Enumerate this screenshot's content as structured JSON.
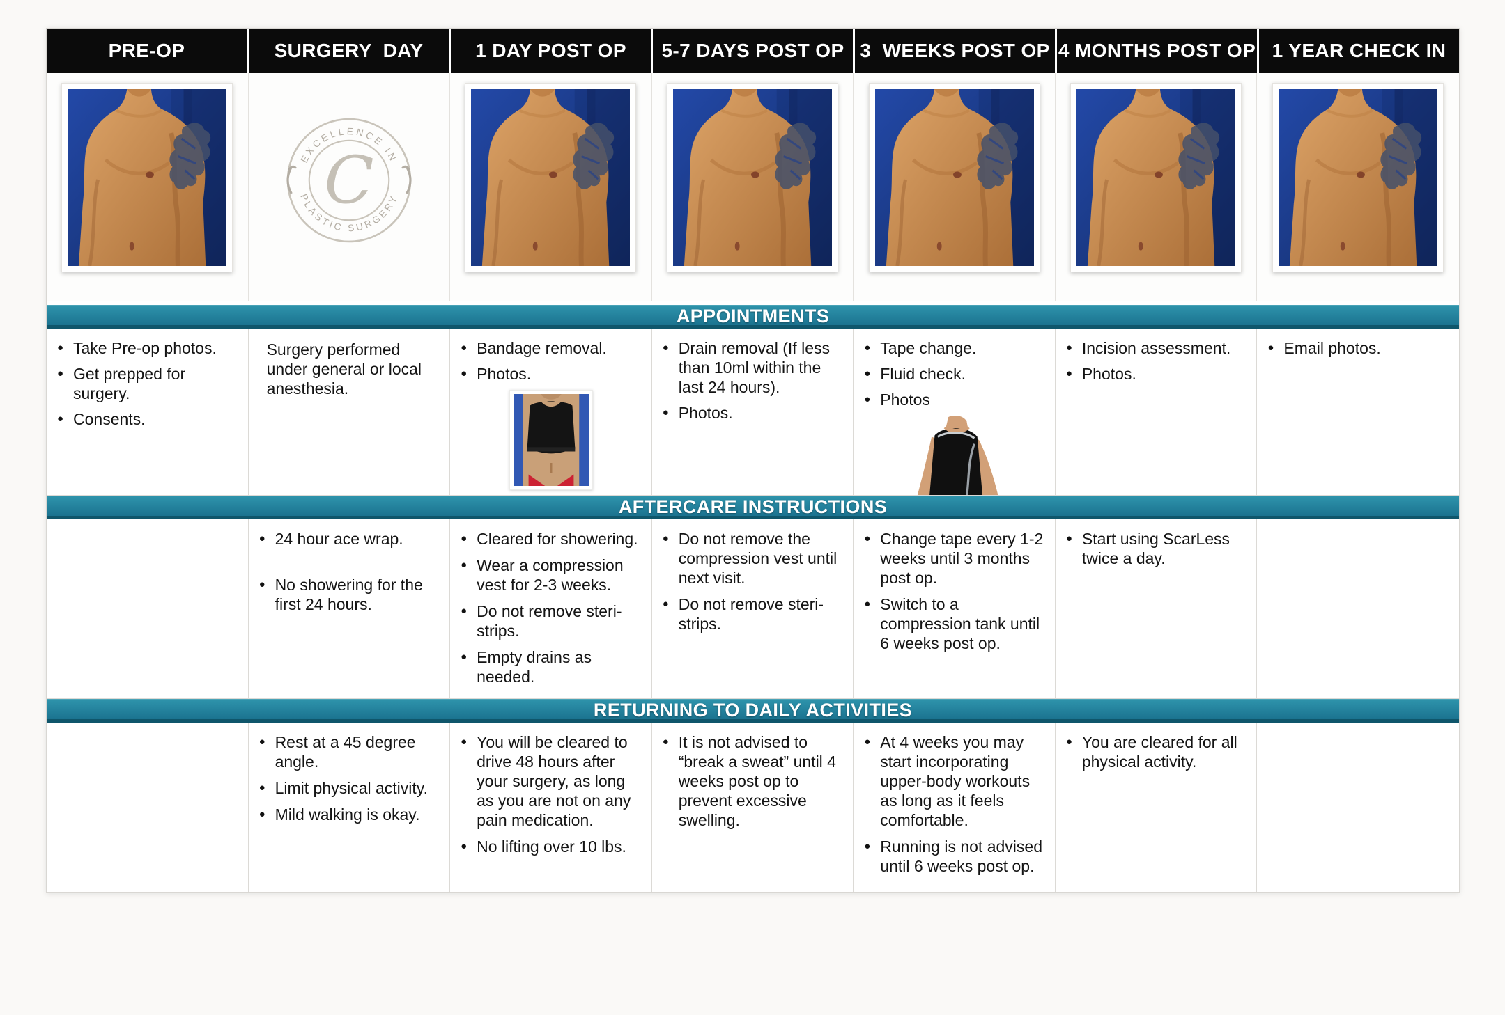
{
  "sections": {
    "appointments": "APPOINTMENTS",
    "aftercare": "AFTERCARE INSTRUCTIONS",
    "activities": "RETURNING TO DAILY ACTIVITIES"
  },
  "logo": {
    "arc_top": "EXCELLENCE IN",
    "arc_bottom": "PLASTIC SURGERY",
    "monogram": "C"
  },
  "colors": {
    "header_black": "#0b0b0b",
    "banner_teal": "#1b7390",
    "photo_background_blue": "#1c3c8e"
  },
  "columns": [
    {
      "header": "PRE-OP",
      "appointments": [
        "Take Pre-op photos.",
        "Get prepped for surgery.",
        "Consents."
      ],
      "aftercare": [],
      "activities": []
    },
    {
      "header": "SURGERY  DAY",
      "appointments": [],
      "appointments_note": "Surgery performed under general or local anesthesia.",
      "aftercare": [
        "24 hour ace wrap.",
        "No showering for the first 24 hours."
      ],
      "activities": [
        "Rest at a 45 degree angle.",
        "Limit physical activity.",
        "Mild walking is okay."
      ]
    },
    {
      "header": "1 DAY POST OP",
      "appointments": [
        "Bandage removal.",
        "Photos."
      ],
      "appointments_image": "compression-vest-photo",
      "aftercare": [
        "Cleared for showering.",
        "Wear a compression vest for 2-3 weeks.",
        "Do not remove steri-strips.",
        "Empty drains as needed."
      ],
      "activities": [
        "You will be cleared to drive 48 hours after your surgery, as long as you are not on any pain medication.",
        "No lifting over 10 lbs."
      ]
    },
    {
      "header": "5-7 DAYS POST OP",
      "appointments": [
        "Drain removal (If less than 10ml within the last 24 hours).",
        "Photos."
      ],
      "aftercare": [
        "Do not remove the compression vest until next visit.",
        "Do not remove steri-strips."
      ],
      "activities": [
        "It is not advised to “break a sweat” until 4 weeks post op to prevent excessive swelling."
      ]
    },
    {
      "header": "3  WEEKS POST OP",
      "appointments": [
        "Tape change.",
        "Fluid check.",
        "Photos"
      ],
      "appointments_image": "compression-tank-photo",
      "aftercare": [
        "Change tape every 1-2 weeks until 3 months post op.",
        "Switch to a compression tank until 6 weeks post op."
      ],
      "activities": [
        "At 4 weeks you may start incorporating upper-body workouts as long as it feels comfortable.",
        "Running is not advised until 6 weeks post op."
      ]
    },
    {
      "header": "4 MONTHS POST OP",
      "appointments": [
        "Incision assessment.",
        "Photos."
      ],
      "aftercare": [
        "Start using ScarLess twice a day."
      ],
      "activities": [
        "You are cleared for all physical activity."
      ]
    },
    {
      "header": "1 YEAR CHECK IN",
      "appointments": [
        "Email photos."
      ],
      "aftercare": [],
      "activities": []
    }
  ]
}
